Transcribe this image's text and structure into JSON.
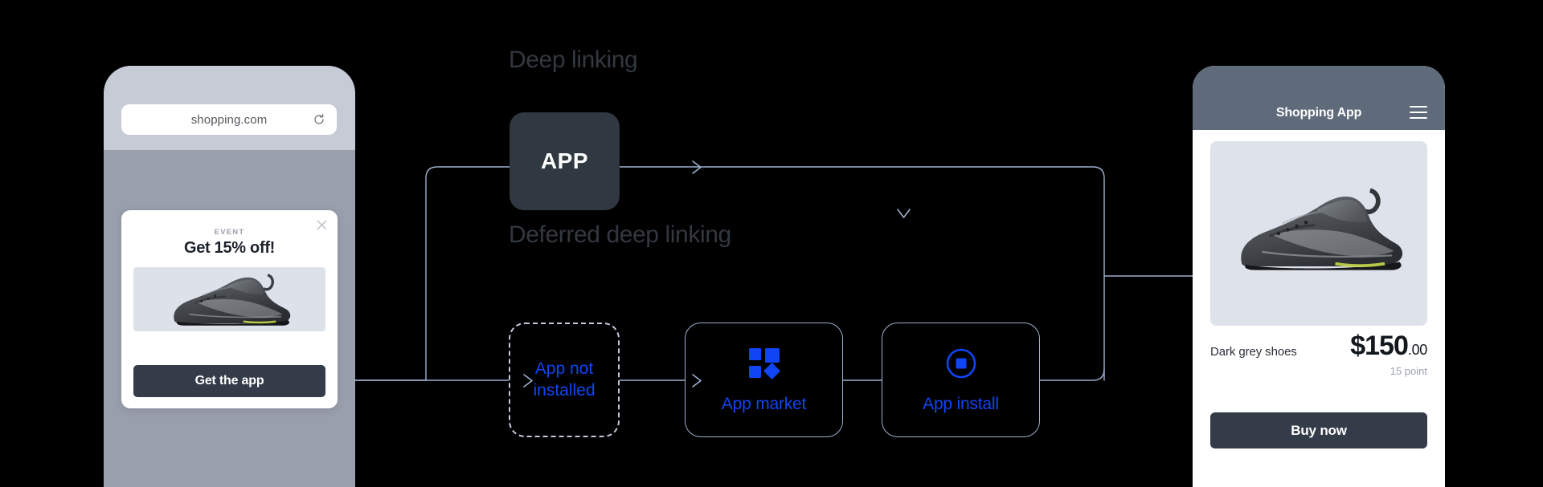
{
  "colors": {
    "background": "#000000",
    "accent_blue": "#1045f5",
    "connector": "#9eb0cf",
    "dark_panel": "#303841",
    "button_dark": "#343c49",
    "left_phone_body": "#9a9fae",
    "left_phone_chrome": "#c6cbd6",
    "right_phone_header": "#5f6b7a",
    "section_title": "#33383f"
  },
  "browser_phone": {
    "url": "shopping.com",
    "reload_icon": "reload-icon",
    "popup": {
      "close_icon": "close-icon",
      "eyebrow": "EVENT",
      "headline": "Get 15% off!",
      "image_alt": "dark-grey-sneaker",
      "cta_label": "Get the app"
    }
  },
  "diagram": {
    "sections": [
      {
        "id": "deep",
        "title": "Deep linking"
      },
      {
        "id": "deferred",
        "title": "Deferred deep linking"
      }
    ],
    "nodes": [
      {
        "id": "app",
        "label": "APP",
        "style": "filled-dark"
      },
      {
        "id": "app-not-installed",
        "label": "App not\ninstalled",
        "line1": "App not",
        "line2": "installed",
        "style": "dashed-outline"
      },
      {
        "id": "app-market",
        "label": "App market",
        "icon": "app-market-icon",
        "style": "blue-outline"
      },
      {
        "id": "app-install",
        "label": "App install",
        "icon": "app-install-icon",
        "style": "blue-outline"
      }
    ]
  },
  "app_phone": {
    "header_title": "Shopping App",
    "menu_icon": "hamburger-icon",
    "product": {
      "image_alt": "dark-grey-sneaker",
      "name": "Dark grey shoes",
      "price_main": "$150",
      "price_cents": ".00",
      "points": "15 point",
      "cta_label": "Buy now"
    }
  }
}
